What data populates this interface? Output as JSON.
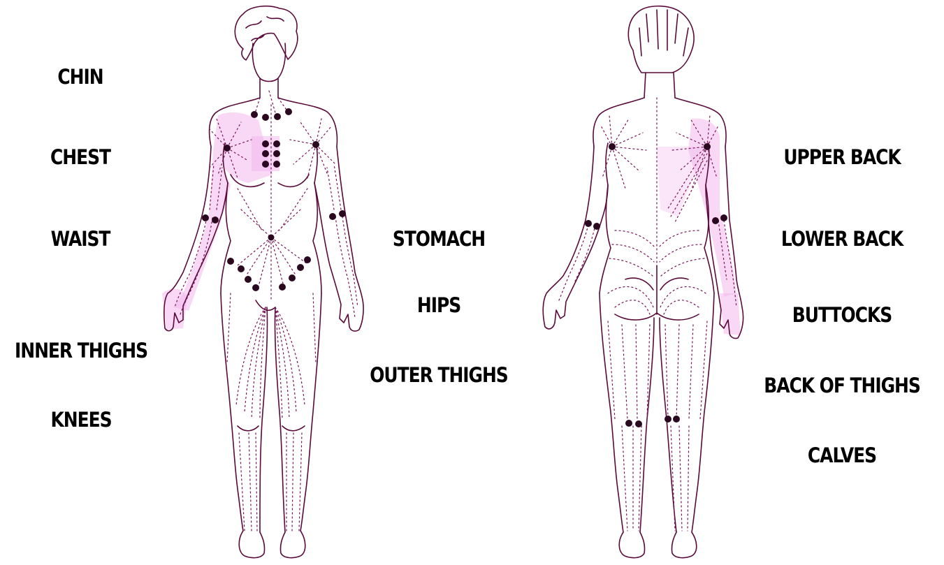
{
  "colors": {
    "outline": "#5a0a3a",
    "flow": "#7a1458",
    "highlight": "#e8a8e0",
    "node": "#2a0820",
    "text": "#000000"
  },
  "front_view": {
    "labels": {
      "chin": "CHIN",
      "chest": "CHEST",
      "waist": "WAIST",
      "inner_thighs": "INNER THIGHS",
      "knees": "KNEES",
      "stomach": "STOMACH",
      "hips": "HIPS",
      "outer_thighs": "OUTER THIGHS"
    }
  },
  "back_view": {
    "labels": {
      "upper_back": "UPPER BACK",
      "lower_back": "LOWER BACK",
      "buttocks": "BUTTOCKS",
      "back_of_thighs": "BACK OF THIGHS",
      "calves": "CALVES"
    }
  }
}
